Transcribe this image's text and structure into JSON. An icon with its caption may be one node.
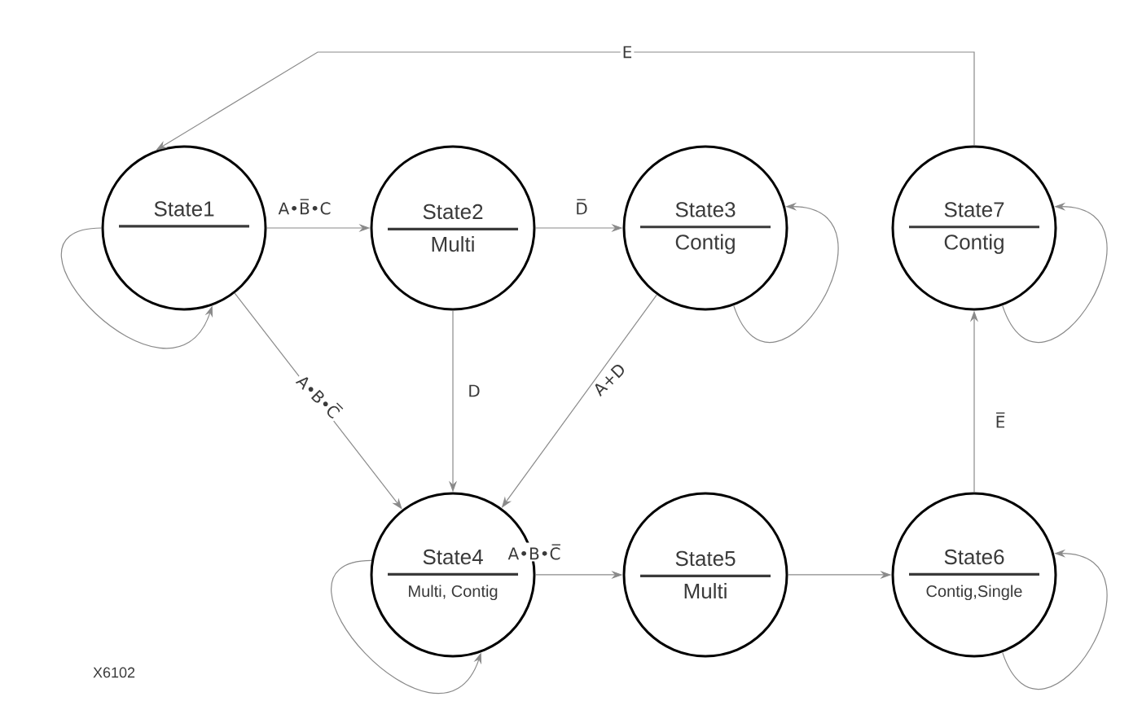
{
  "diagram": {
    "nodes": [
      {
        "text": [
          "State1"
        ]
      },
      {
        "text": [
          "State2",
          "Multi"
        ]
      },
      {
        "text": [
          "State3",
          "Contig"
        ]
      },
      {
        "text": [
          "State7",
          "Contig"
        ]
      },
      {
        "text": [
          "State4",
          "Multi, Contig"
        ]
      },
      {
        "text": [
          "State5",
          "Multi"
        ]
      },
      {
        "text": [
          "State6",
          "Contig,Single"
        ]
      }
    ],
    "edges": [
      {
        "from": 0,
        "to": 1,
        "arrow": "to",
        "label": "A•B̅•C"
      },
      {
        "from": 1,
        "to": 2,
        "arrow": "to",
        "label": "D̅"
      },
      {
        "from": 0,
        "to": 4,
        "arrow": "to",
        "label": "A•B•C̅"
      },
      {
        "from": 1,
        "to": 4,
        "arrow": "to",
        "label": "D"
      },
      {
        "from": 2,
        "to": 4,
        "arrow": "to",
        "label": "A+D"
      },
      {
        "from": 4,
        "to": 5,
        "arrow": "to",
        "label": "A•B•C̅"
      },
      {
        "from": 5,
        "to": 6,
        "arrow": "to"
      },
      {
        "from": 6,
        "to": 3,
        "arrow": "to",
        "label": "E̅"
      },
      {
        "from": 3,
        "to": 0,
        "arrow": "to",
        "label": "E"
      },
      {
        "from": 0,
        "to": 0,
        "arrow": "to"
      },
      {
        "from": 2,
        "to": 2,
        "arrow": "to"
      },
      {
        "from": 3,
        "to": 3,
        "arrow": "to"
      },
      {
        "from": 4,
        "to": 4,
        "arrow": "to"
      },
      {
        "from": 6,
        "to": 6,
        "arrow": "to"
      }
    ],
    "labels": [
      "X6102"
    ]
  }
}
